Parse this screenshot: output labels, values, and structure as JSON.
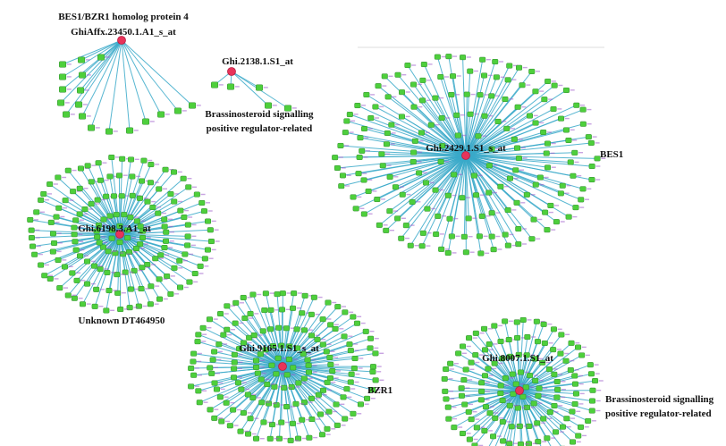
{
  "colors": {
    "edge": "#3aa9c9",
    "leaf": "#4ecf3c",
    "hub": "#e8335a",
    "leaf_tag": "#9b59c8"
  },
  "networks": [
    {
      "id": "ghiaffx-23450",
      "hub_label": "GhiAffx.23450.1.A1_s_at",
      "annotation": [
        "BES1/BZR1 homolog protein 4"
      ],
      "neighbor_count": 18
    },
    {
      "id": "ghi-2138",
      "hub_label": "Ghi.2138.1.S1_at",
      "annotation": [
        "Brassinosteroid signalling",
        "positive regulator-related"
      ],
      "neighbor_count": 5
    },
    {
      "id": "ghi-2429",
      "hub_label": "Ghi.2429.1.S1_s_at",
      "annotation": [
        "BES1"
      ],
      "neighbor_count": 170
    },
    {
      "id": "ghi-6198",
      "hub_label": "Ghi.6198.3.A1_at",
      "annotation": [
        "Unknown DT464950"
      ],
      "neighbor_count": 150
    },
    {
      "id": "ghi-9165",
      "hub_label": "Ghi.9165.1.S1_s_at",
      "annotation": [
        "BZR1"
      ],
      "neighbor_count": 160
    },
    {
      "id": "ghi-8007",
      "hub_label": "Ghi.8007.1.S1_at",
      "annotation": [
        "Brassinosteroid signalling",
        "positive regulator-related"
      ],
      "neighbor_count": 130
    }
  ]
}
